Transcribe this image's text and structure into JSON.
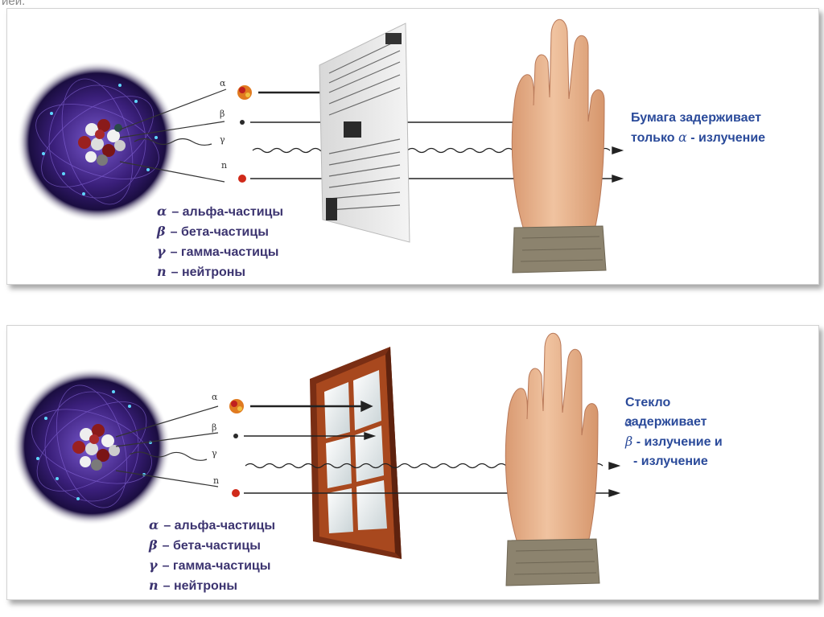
{
  "header_fragment": "ией.",
  "rays": {
    "alpha": "α",
    "beta": "β",
    "gamma": "γ",
    "neutron": "n"
  },
  "legend": [
    {
      "symbol": "α",
      "text": "– альфа-частицы"
    },
    {
      "symbol": "β",
      "text": "– бета-частицы"
    },
    {
      "symbol": "γ",
      "text": "– гамма-частицы"
    },
    {
      "symbol": "n",
      "text": "– нейтроны"
    }
  ],
  "panel1": {
    "caption_line1": "Бумага задерживает",
    "caption_line2_pre": "только ",
    "caption_line2_sym": "α",
    "caption_line2_post": " - излучение"
  },
  "panel2": {
    "caption_line1": "Стекло",
    "caption_line2": "задерживает",
    "caption_line2_sym": "α",
    "caption_line3_sym": "β",
    "caption_line3_post": " - излучение и",
    "caption_line4": " - излучение"
  },
  "colors": {
    "legend_text": "#3c3470",
    "caption_text": "#2a4a9a",
    "nucleus_glow": "#4b2a8a",
    "skin": "#e9b48e",
    "sleeve": "#8a806c",
    "window_frame": "#8a3a1c"
  }
}
